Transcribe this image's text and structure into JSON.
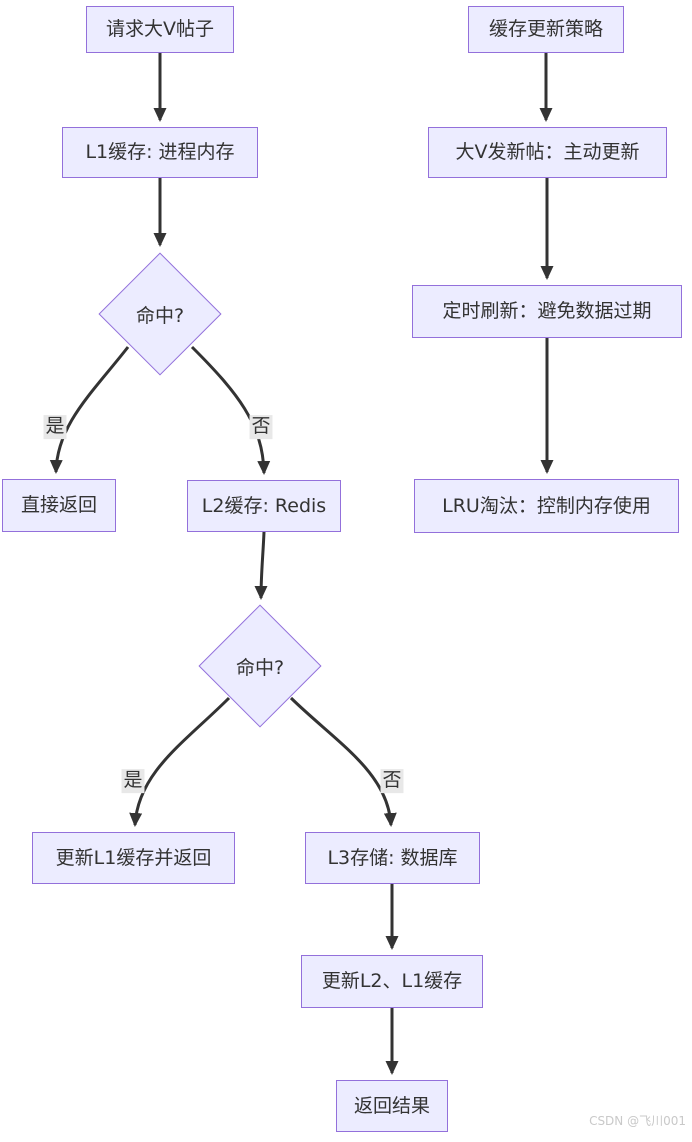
{
  "diagram_type": "flowchart",
  "colors": {
    "node_fill": "#ECECFF",
    "node_border": "#9370DB",
    "edge": "#333333",
    "text": "#333333",
    "edge_label_bg": "#e8e8e8",
    "watermark": "#c9c9c9"
  },
  "nodes": {
    "request": {
      "label": "请求大V帖子",
      "shape": "rect"
    },
    "l1": {
      "label": "L1缓存: 进程内存",
      "shape": "rect"
    },
    "hit1": {
      "label": "命中?",
      "shape": "diamond"
    },
    "direct_return": {
      "label": "直接返回",
      "shape": "rect"
    },
    "l2": {
      "label": "L2缓存: Redis",
      "shape": "rect"
    },
    "hit2": {
      "label": "命中?",
      "shape": "diamond"
    },
    "update_l1_return": {
      "label": "更新L1缓存并返回",
      "shape": "rect"
    },
    "l3": {
      "label": "L3存储: 数据库",
      "shape": "rect"
    },
    "update_l2_l1": {
      "label": "更新L2、L1缓存",
      "shape": "rect"
    },
    "return_result": {
      "label": "返回结果",
      "shape": "rect"
    },
    "strategy": {
      "label": "缓存更新策略",
      "shape": "rect"
    },
    "active_update": {
      "label": "大V发新帖：主动更新",
      "shape": "rect"
    },
    "timed_refresh": {
      "label": "定时刷新：避免数据过期",
      "shape": "rect"
    },
    "lru": {
      "label": "LRU淘汰：控制内存使用",
      "shape": "rect"
    }
  },
  "edge_labels": {
    "yes1": "是",
    "no1": "否",
    "yes2": "是",
    "no2": "否"
  },
  "connections": [
    {
      "from": "request",
      "to": "l1",
      "label": ""
    },
    {
      "from": "l1",
      "to": "hit1",
      "label": ""
    },
    {
      "from": "hit1",
      "to": "direct_return",
      "label": "是"
    },
    {
      "from": "hit1",
      "to": "l2",
      "label": "否"
    },
    {
      "from": "l2",
      "to": "hit2",
      "label": ""
    },
    {
      "from": "hit2",
      "to": "update_l1_return",
      "label": "是"
    },
    {
      "from": "hit2",
      "to": "l3",
      "label": "否"
    },
    {
      "from": "l3",
      "to": "update_l2_l1",
      "label": ""
    },
    {
      "from": "update_l2_l1",
      "to": "return_result",
      "label": ""
    },
    {
      "from": "strategy",
      "to": "active_update",
      "label": ""
    },
    {
      "from": "active_update",
      "to": "timed_refresh",
      "label": ""
    },
    {
      "from": "timed_refresh",
      "to": "lru",
      "label": ""
    }
  ],
  "watermark": "CSDN @飞川001"
}
